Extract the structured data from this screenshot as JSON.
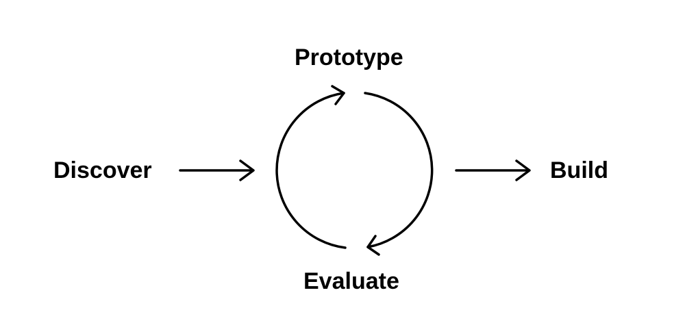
{
  "diagram": {
    "stages": {
      "discover": "Discover",
      "prototype": "Prototype",
      "evaluate": "Evaluate",
      "build": "Build"
    },
    "stroke_color": "#000000",
    "background_color": "#ffffff"
  }
}
